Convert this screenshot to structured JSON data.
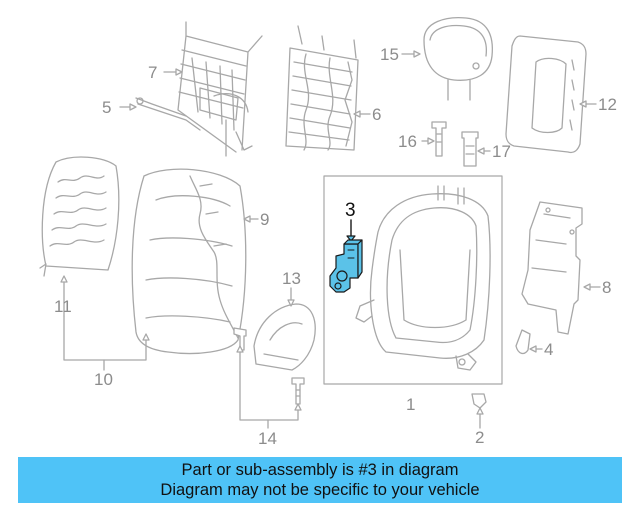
{
  "diagram": {
    "highlighted_part": "3",
    "highlight_color": "#5bc2e8",
    "callouts": [
      {
        "id": "c1",
        "text": "1"
      },
      {
        "id": "c2",
        "text": "2"
      },
      {
        "id": "c3",
        "text": "3"
      },
      {
        "id": "c4",
        "text": "4"
      },
      {
        "id": "c5",
        "text": "5"
      },
      {
        "id": "c6",
        "text": "6"
      },
      {
        "id": "c7",
        "text": "7"
      },
      {
        "id": "c8",
        "text": "8"
      },
      {
        "id": "c9",
        "text": "9"
      },
      {
        "id": "c10",
        "text": "10"
      },
      {
        "id": "c11",
        "text": "11"
      },
      {
        "id": "c12",
        "text": "12"
      },
      {
        "id": "c13",
        "text": "13"
      },
      {
        "id": "c14",
        "text": "14"
      },
      {
        "id": "c15",
        "text": "15"
      },
      {
        "id": "c16",
        "text": "16"
      },
      {
        "id": "c17",
        "text": "17"
      }
    ]
  },
  "banner": {
    "line1": "Part or sub-assembly is #3 in diagram",
    "line2": "Diagram may not be specific to your vehicle",
    "color": "#4fc3f7"
  }
}
